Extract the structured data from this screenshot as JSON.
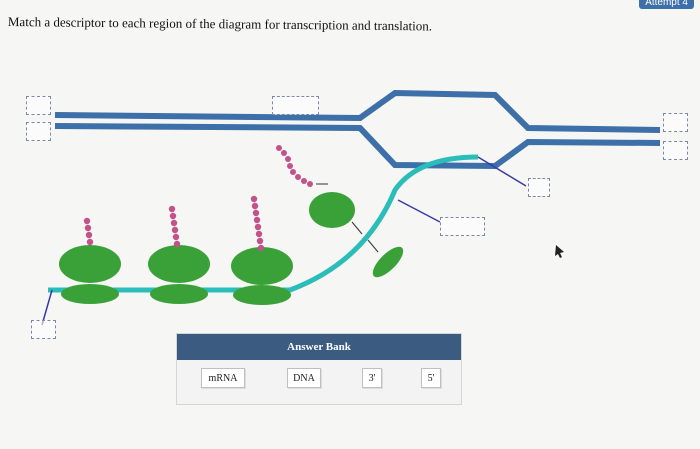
{
  "prompt": "Match a descriptor to each region of the diagram for transcription and translation.",
  "attempt_label": "Attempt 4",
  "answer_bank": {
    "title": "Answer Bank",
    "items": [
      "mRNA",
      "DNA",
      "3'",
      "5'"
    ]
  },
  "colors": {
    "dna": "#3d6fa8",
    "mrna": "#2bbdb9",
    "ribosome": "#3aa139",
    "amino_acid": "#c2528a",
    "bank_header": "#3c5b81",
    "pointer": "#3a3aa8"
  },
  "icons": [
    "cursor-arrow-icon"
  ]
}
